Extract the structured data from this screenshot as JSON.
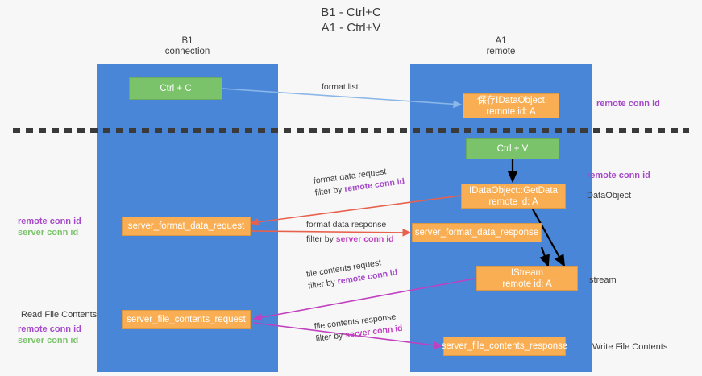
{
  "title": "B1 - Ctrl+C\nA1 - Ctrl+V",
  "columns": {
    "left": "B1\nconnection",
    "right": "A1\nremote"
  },
  "colors": {
    "lane": "#4a86d8",
    "green_box": "#7ac36a",
    "orange_box": "#f9ae54",
    "purple_text": "#a64ac9",
    "green_text": "#7ac36a",
    "blue_arrow": "#8ab6e8",
    "red_arrow": "#e8614d",
    "magenta_arrow": "#c040c0",
    "black_arrow": "#000000",
    "background": "#f7f7f7"
  },
  "boxes": {
    "ctrl_c": "Ctrl + C",
    "save_idataobject_l1": "保存IDataObject",
    "save_idataobject_l2": "remote id: A",
    "ctrl_v": "Ctrl + V",
    "getdata_l1": "IDataObject::GetData",
    "getdata_l2": "remote id: A",
    "server_format_data_request": "server_format_data_request",
    "server_format_data_response": "server_format_data_response",
    "istream_l1": "IStream",
    "istream_l2": "remote id: A",
    "server_file_contents_request": "server_file_contents_request",
    "server_file_contents_response": "server_file_contents_response"
  },
  "edges": {
    "format_list": "format list",
    "format_data_request": "format data request",
    "format_data_request_filter_prefix": "filter by ",
    "format_data_request_filter_key": "remote conn id",
    "format_data_response": "format data response",
    "format_data_response_filter_prefix": "filter by ",
    "format_data_response_filter_key": "server conn id",
    "file_contents_request": "file contents request",
    "file_contents_request_filter_prefix": "filter by ",
    "file_contents_request_filter_key": "remote conn id",
    "file_contents_response": "file contents response",
    "file_contents_response_filter_prefix": "filter by ",
    "file_contents_response_filter_key": "server conn id"
  },
  "notes": {
    "right_top_remote_conn_id": "remote conn id",
    "right_mid_remote_conn_id": "remote conn id",
    "right_dataobject": "DataObject",
    "right_istream": "Istream",
    "right_write_file_contents": "Write File Contents",
    "left_remote_conn_id": "remote conn id",
    "left_server_conn_id": "server conn id",
    "left_read_file_contents": "Read File Contents",
    "left_bottom_remote_conn_id": "remote conn id",
    "left_bottom_server_conn_id": "server conn id"
  }
}
